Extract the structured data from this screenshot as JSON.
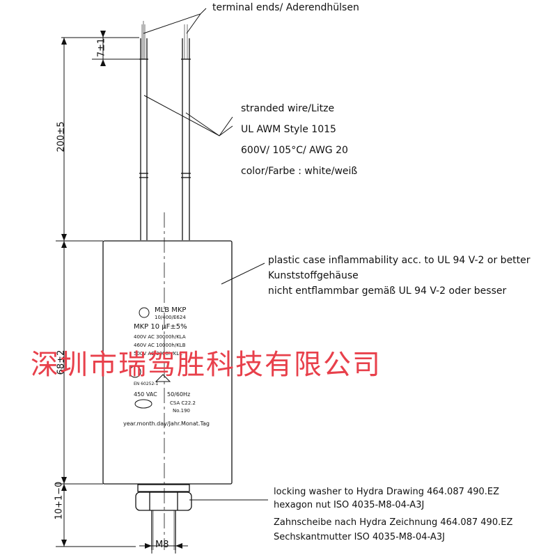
{
  "labels": {
    "terminal_ends": "terminal ends/ Aderendhülsen",
    "wire_1": "stranded wire/Litze",
    "wire_2": "UL AWM Style 1015",
    "wire_3": "600V/ 105°C/ AWG 20",
    "wire_4": "color/Farbe : white/weiß",
    "case_1": "plastic case inflammability acc. to UL 94 V-2 or better",
    "case_2": "Kunststoffgehäuse",
    "case_3": "nicht entflammbar gemäß UL 94 V-2 oder besser",
    "washer_1": "locking washer to Hydra Drawing 464.087 490.EZ",
    "washer_2": "hexagon nut ISO 4035-M8-04-A3J",
    "washer_3": "Zahnscheibe nach Hydra Zeichnung 464.087 490.EZ",
    "washer_4": "Sechskantmutter ISO 4035-M8-04-A3J"
  },
  "dimensions": {
    "strip": "7±1",
    "wire_length": "200±5",
    "case_length": "68±2",
    "bolt_length": "10+1−0",
    "thread": "M8"
  },
  "case_print": {
    "brand": "MLB MKP",
    "code": "10/400/E624",
    "capacitance": "MKP 10 μF±5%",
    "rating_1": "400V AC 30000h/KLA",
    "rating_2": "460V AC 10000h/KLB",
    "rating_3": "500V AC 3000h/KLC",
    "standard": "EN 60252-1",
    "vac": "450 VAC",
    "freq": "50/60Hz",
    "csa": "CSA C22.2",
    "csa_no": "No.190",
    "date": "year.month.day/Jahr.Monat.Tag"
  },
  "watermark": "深圳市瑞驾胜科技有限公司",
  "colors": {
    "line": "#111111",
    "watermark": "#e8404b",
    "background": "#ffffff"
  }
}
